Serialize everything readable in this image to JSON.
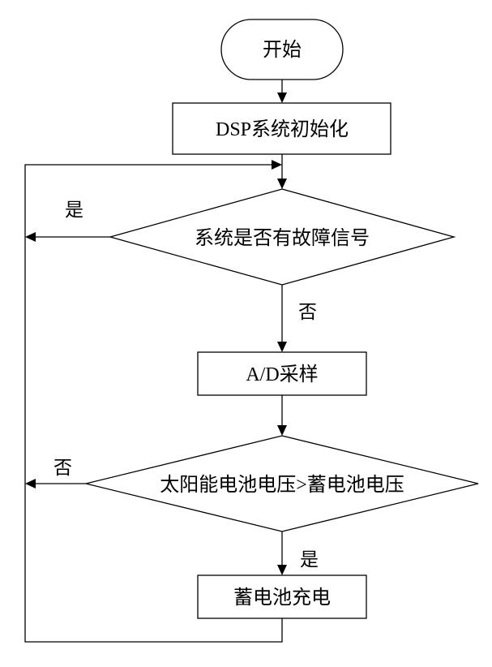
{
  "nodes": {
    "start": "开始",
    "init": "DSP系统初始化",
    "fault_check": "系统是否有故障信号",
    "sample": "A/D采样",
    "voltage_check": "太阳能电池电压>蓄电池电压",
    "charge": "蓄电池充电"
  },
  "edge_labels": {
    "fault_yes": "是",
    "fault_no": "否",
    "voltage_no": "否",
    "voltage_yes": "是"
  },
  "colors": {
    "line": "#000000",
    "background": "#ffffff"
  }
}
